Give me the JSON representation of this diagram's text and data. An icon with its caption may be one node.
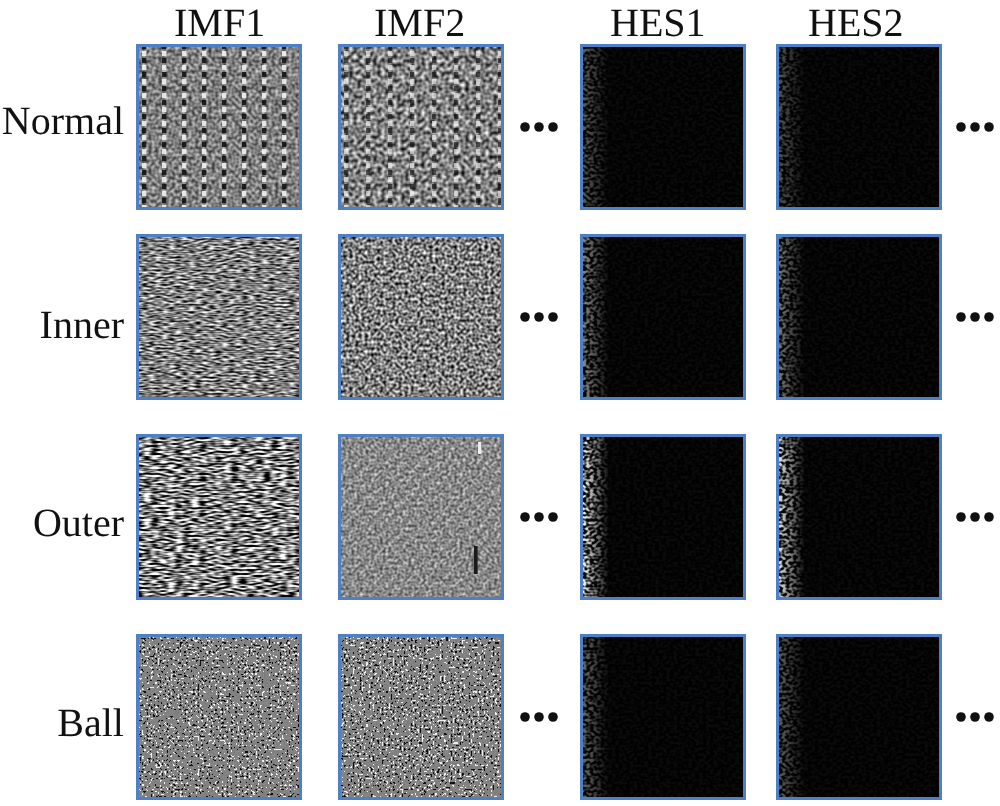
{
  "diagram": {
    "labels": [
      "IMF1",
      "IMF2",
      "HES1",
      "HES2",
      "Normal",
      "Inner",
      "Outer",
      "Ball"
    ]
  }
}
